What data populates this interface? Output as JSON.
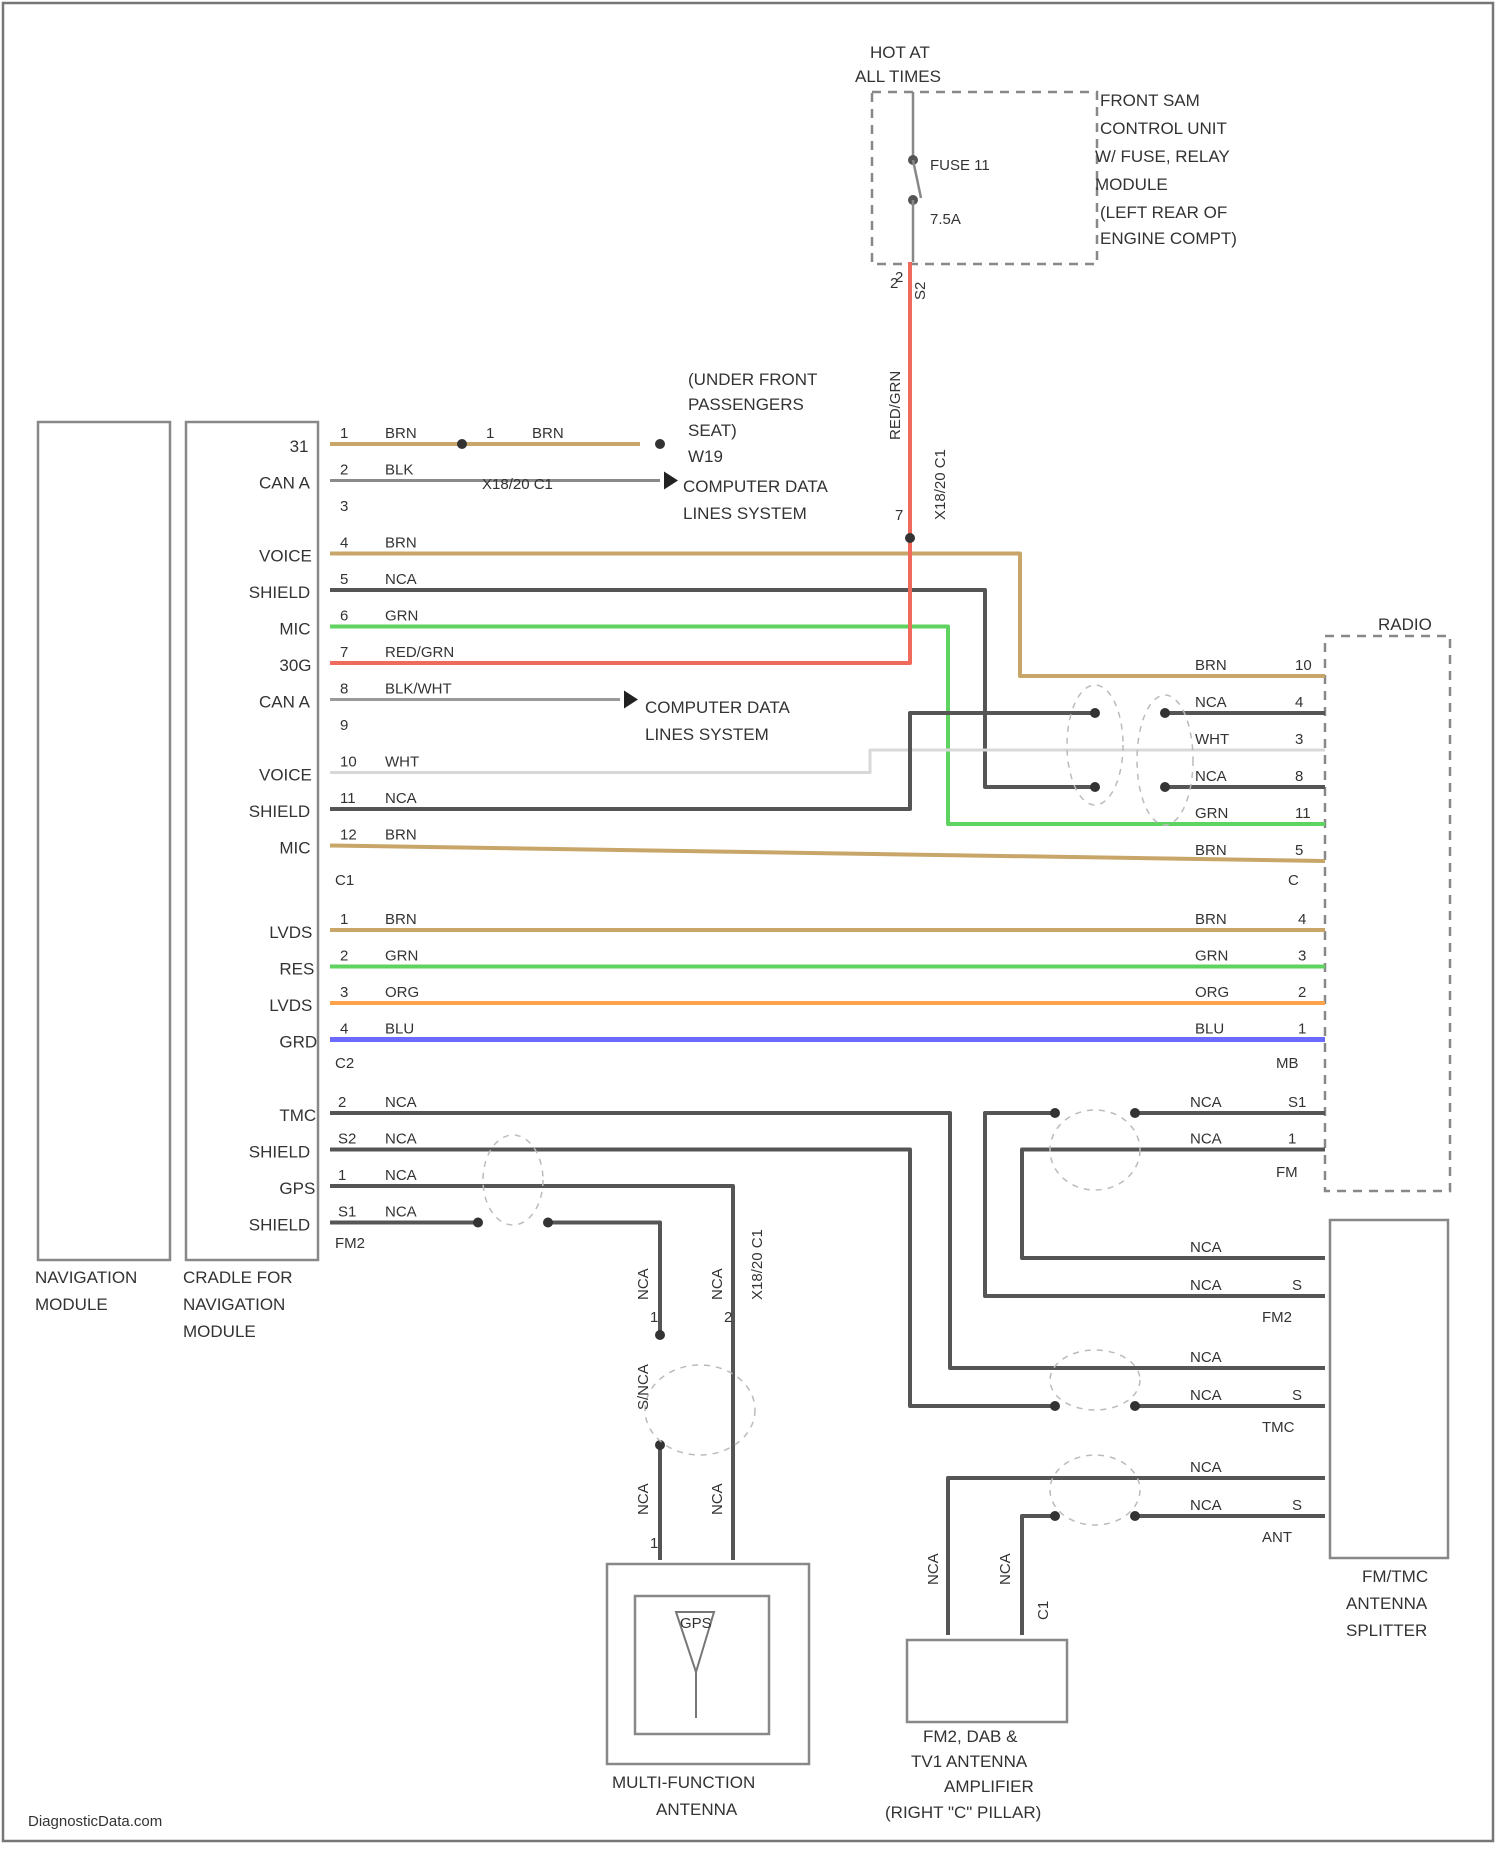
{
  "colors": {
    "BRN": "#c8a66a",
    "BLK": "#8a8a8a",
    "NCA": "#555555",
    "GRN": "#5fd35f",
    "RED/GRN": "#ef6a5a",
    "BLK/WHT": "#9a9a9a",
    "WHT": "#d8d8d8",
    "ORG": "#ffa24a",
    "BLU": "#6a6aff"
  },
  "components": {
    "fuse_box": [
      "FRONT SAM",
      "CONTROL UNIT",
      "W/ FUSE, RELAY",
      "MODULE",
      "(LEFT REAR OF",
      "ENGINE COMPT)"
    ],
    "hot": [
      "HOT AT",
      "ALL TIMES"
    ],
    "fuse_name": "FUSE 11",
    "fuse_rating": "7.5A",
    "fuse_pin": "2",
    "fuse_conn": "S2",
    "ground": [
      "(UNDER FRONT",
      "PASSENGERS",
      "SEAT)",
      "W19"
    ],
    "cds1": [
      "COMPUTER DATA",
      "LINES SYSTEM"
    ],
    "cds2": [
      "COMPUTER DATA",
      "LINES SYSTEM"
    ],
    "nav_module": [
      "NAVIGATION",
      "MODULE"
    ],
    "cradle": [
      "CRADLE FOR",
      "NAVIGATION",
      "MODULE"
    ],
    "radio": "RADIO",
    "splitter": [
      "FM/TMC",
      "ANTENNA",
      "SPLITTER"
    ],
    "multi": [
      "MULTI-FUNCTION",
      "ANTENNA"
    ],
    "gps_icon": "GPS",
    "amp": [
      "FM2, DAB &",
      "TV1 ANTENNA",
      "AMPLIFIER",
      "(RIGHT \"C\" PILLAR)"
    ],
    "watermark": "DiagnosticData.com"
  },
  "connectors": {
    "x1": "X18/20 C1",
    "x2": "X18/20 C1",
    "x3": "X18/20 C1",
    "c1": "C1",
    "c2": "C2",
    "fm2": "FM2",
    "radio_c": "C",
    "mb": "MB",
    "fm": "FM",
    "spl_fm2": "FM2",
    "spl_tmc": "TMC",
    "spl_ant": "ANT"
  },
  "wires_c1": [
    {
      "pin": "1",
      "term": "31",
      "color": "BRN"
    },
    {
      "pin": "2",
      "term": "CAN A",
      "color": "BLK"
    },
    {
      "pin": "3",
      "term": "",
      "color": ""
    },
    {
      "pin": "4",
      "term": "VOICE",
      "color": "BRN"
    },
    {
      "pin": "5",
      "term": "SHIELD",
      "color": "NCA"
    },
    {
      "pin": "6",
      "term": "MIC",
      "color": "GRN"
    },
    {
      "pin": "7",
      "term": "30G",
      "color": "RED/GRN"
    },
    {
      "pin": "8",
      "term": "CAN A",
      "color": "BLK/WHT"
    },
    {
      "pin": "9",
      "term": "",
      "color": ""
    },
    {
      "pin": "10",
      "term": "VOICE",
      "color": "WHT"
    },
    {
      "pin": "11",
      "term": "SHIELD",
      "color": "NCA"
    },
    {
      "pin": "12",
      "term": "MIC",
      "color": "BRN"
    }
  ],
  "radio_c": [
    {
      "pin": "10",
      "color": "BRN"
    },
    {
      "pin": "4",
      "color": "NCA"
    },
    {
      "pin": "3",
      "color": "WHT"
    },
    {
      "pin": "8",
      "color": "NCA"
    },
    {
      "pin": "11",
      "color": "GRN"
    },
    {
      "pin": "5",
      "color": "BRN"
    }
  ],
  "wires_c2": [
    {
      "pin": "1",
      "term": "LVDS",
      "color": "BRN",
      "rpin": "4"
    },
    {
      "pin": "2",
      "term": "RES",
      "color": "GRN",
      "rpin": "3"
    },
    {
      "pin": "3",
      "term": "LVDS",
      "color": "ORG",
      "rpin": "2"
    },
    {
      "pin": "4",
      "term": "GRD",
      "color": "BLU",
      "rpin": "1"
    }
  ],
  "wires_fm2": [
    {
      "pin": "2",
      "term": "TMC",
      "color": "NCA"
    },
    {
      "pin": "S2",
      "term": "SHIELD",
      "color": "NCA"
    },
    {
      "pin": "1",
      "term": "GPS",
      "color": "NCA"
    },
    {
      "pin": "S1",
      "term": "SHIELD",
      "color": "NCA"
    }
  ],
  "radio_fm": [
    {
      "pin": "S1",
      "color": "NCA"
    },
    {
      "pin": "1",
      "color": "NCA"
    }
  ],
  "splitter_pins": [
    {
      "pin": "",
      "color": "NCA"
    },
    {
      "pin": "S",
      "color": "NCA"
    },
    {
      "pin": "",
      "color": "NCA"
    },
    {
      "pin": "S",
      "color": "NCA"
    },
    {
      "pin": "",
      "color": "NCA"
    },
    {
      "pin": "S",
      "color": "NCA"
    }
  ],
  "vertical_labels": {
    "red": "RED/GRN",
    "red_conn": "X18/20 C1",
    "red_pin_top": "2",
    "red_pin_bot": "7",
    "mf1_top": "NCA",
    "mf1_pin": "1",
    "mf1_bot": "NCA",
    "mf1_pin_b": "1",
    "mf2_top": "NCA",
    "mf2_pin": "2",
    "mf2_bot": "NCA",
    "amp1": "NCA",
    "amp2": "NCA",
    "amp_conn": "C1",
    "mf_conn": "X18/20 C1",
    "s_mid": "S/NCA"
  }
}
